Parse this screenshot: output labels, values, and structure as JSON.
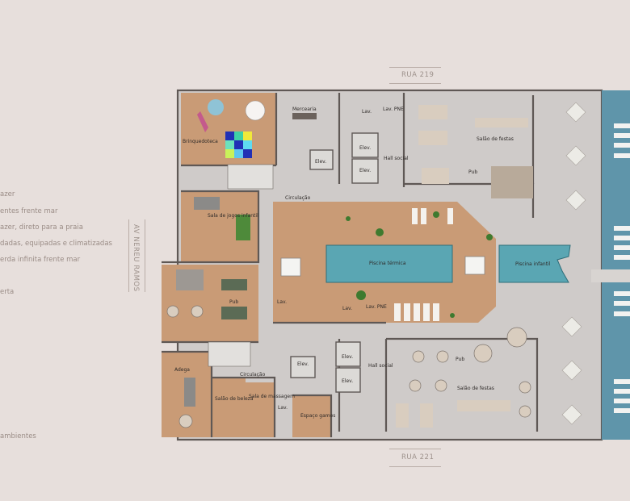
{
  "legend": [
    "azer",
    "entes frente mar",
    "azer, direto para a praia",
    "dadas, equipadas e climatizadas",
    "erda infinita frente mar",
    "erta",
    "ambientes"
  ],
  "streets": {
    "top": "RUA 219",
    "bottom": "RUA 221",
    "left": "AV NEREU RAMOS"
  },
  "rooms": {
    "brinquedoteca": "Brinquedoteca",
    "mercearia": "Mercearia",
    "lav_top": "Lav.",
    "lav_pne_top": "Lav. PNE",
    "elev_1": "Elev.",
    "elev_2": "Elev.",
    "elev_3": "Elev.",
    "hall_social_top": "Hall social",
    "salao_festas_top": "Salão de festas",
    "pub_top": "Pub",
    "circulacao_top": "Circulação",
    "sala_jogos": "Sala de jogos infantil",
    "piscina_termica": "Piscina térmica",
    "piscina_infantil": "Piscina infantil",
    "pub_left": "Pub",
    "lav_mid": "Lav.",
    "lav_mid_2": "Lav.",
    "lav_pne_mid": "Lav. PNE",
    "adega": "Adega",
    "circulacao_bottom": "Circulação",
    "elev_4": "Elev.",
    "elev_5": "Elev.",
    "elev_6": "Elev.",
    "hall_social_bottom": "Hall social",
    "pub_bottom": "Pub",
    "salao_festas_bottom": "Salão de festas",
    "salao_beleza": "Salão de beleza",
    "sala_massagem": "Sala de massagem",
    "lav_bottom": "Lav.",
    "espaco_games": "Espaço games"
  },
  "colors": {
    "background": "#e7dfdc",
    "wood": "#c99b76",
    "floor": "#cfcbc9",
    "pool": "#5aa6b3",
    "sea": "#5f95aa"
  }
}
